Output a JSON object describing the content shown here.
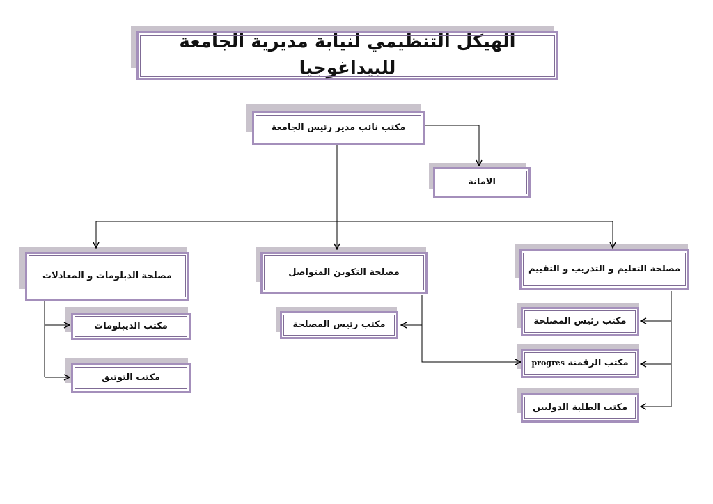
{
  "title": "الهيكل التنظيمي لنيابة مديرية الجامعة للبيداغوجيا",
  "top_office": "مكتب نائب مدير رئيس الجامعة",
  "secretariat": "الامانة",
  "departments": {
    "teaching": "مصلحة التعليم و التدريب و التقييم",
    "continuing": "مصلحة التكوين المتواصل",
    "diplomas": "مصلحة الدبلومات و المعادلات"
  },
  "teaching_offices": {
    "head": "مكتب رئيس المصلحة",
    "digitization": "مكتب الرقمنة",
    "digitization_latin": "progres",
    "intl_students": "مكتب الطلبة الدوليين"
  },
  "continuing_offices": {
    "head": "مكتب رئيس المصلحة"
  },
  "diplomas_offices": {
    "diplomas": "مكتب الديبلومات",
    "documentation": "مكتب التوثيق"
  }
}
